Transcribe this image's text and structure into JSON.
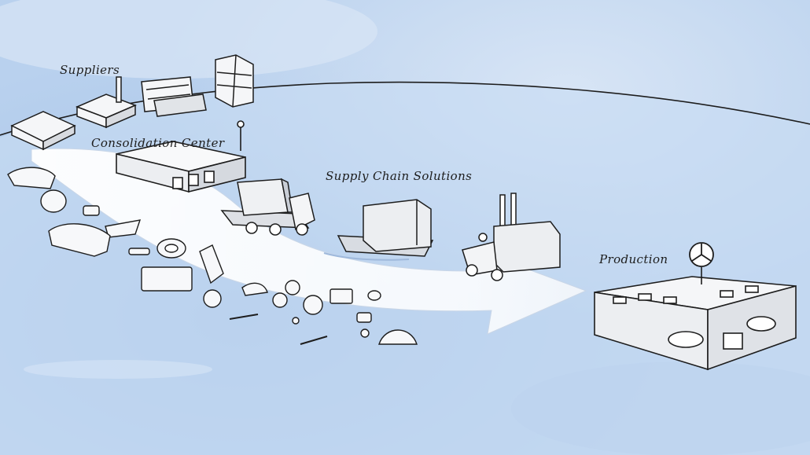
{
  "labels": {
    "suppliers": "Suppliers",
    "consolidation_center": "Consolidation Center",
    "supply_chain_solutions": "Supply Chain Solutions",
    "production": "Production"
  },
  "colors": {
    "background_water": "#b9d1ee",
    "water_dark": "#8fb2df",
    "path_white": "#ffffff",
    "ink": "#1d1d1d",
    "box_gray": "#e9eaec"
  },
  "icons": [
    "supplier-factory-icon",
    "supplier-office-icon",
    "supplier-tower-icon",
    "consolidation-warehouse-icon",
    "truck-icon",
    "boat-icon",
    "forklift-icon",
    "mercedes-star-icon",
    "production-plant-icon",
    "car-part-icons"
  ]
}
